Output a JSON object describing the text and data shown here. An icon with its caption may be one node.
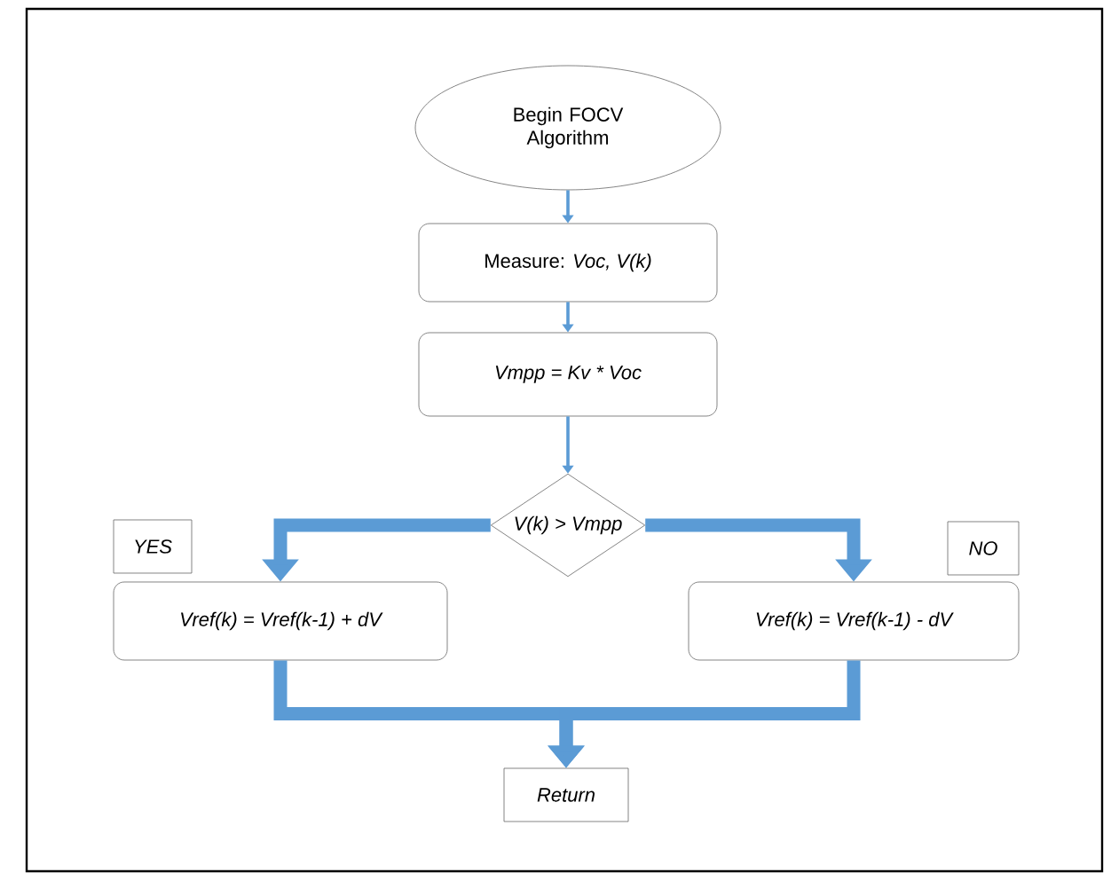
{
  "diagram": {
    "nodes": [
      {
        "text": [
          "Begin FOCV Algorithm"
        ]
      },
      {
        "text": [
          "Measure: *Voc, V(k)*"
        ]
      },
      {
        "text": [
          "Vmpp = Kv * Voc"
        ]
      },
      {
        "text": [
          "V(k) > Vmpp"
        ]
      },
      {
        "text": [
          "YES"
        ]
      },
      {
        "text": [
          "NO"
        ]
      },
      {
        "text": [
          "Vref(k) = Vref(k-1) + dV"
        ]
      },
      {
        "text": [
          "Vref(k) = Vref(k-1) - dV"
        ]
      },
      {
        "text": [
          "Return"
        ]
      }
    ],
    "edges": [
      {
        "from": 0,
        "to": 1,
        "arrow": "to"
      },
      {
        "from": 1,
        "to": 2,
        "arrow": "to"
      },
      {
        "from": 2,
        "to": 3,
        "arrow": "to"
      },
      {
        "from": 3,
        "to": 6,
        "arrow": "to"
      },
      {
        "from": 3,
        "to": 7,
        "arrow": "to"
      },
      {
        "from": 6,
        "to": 8,
        "arrow": "to"
      },
      {
        "from": 7,
        "to": 8,
        "arrow": "to"
      }
    ]
  }
}
